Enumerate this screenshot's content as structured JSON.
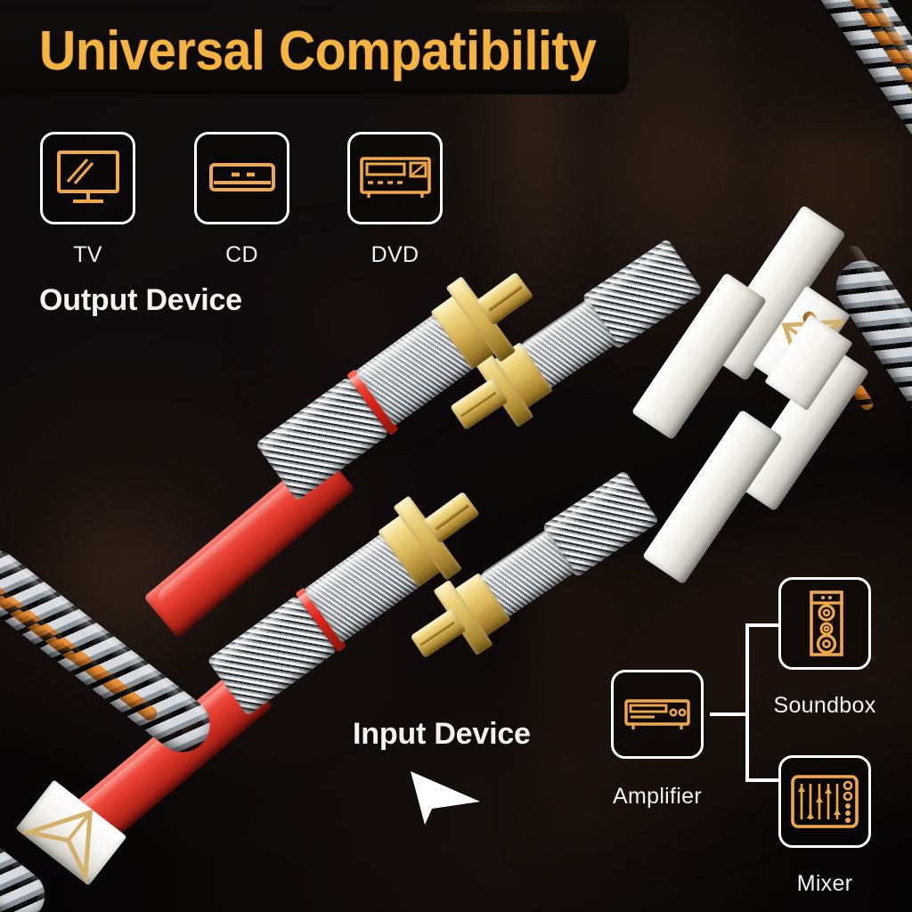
{
  "page": {
    "title": "Universal Compatibility",
    "accent_color": "#F5B342",
    "text_color": "#FFFFFF",
    "background_color": "#0A0707"
  },
  "output_section": {
    "label": "Output Device",
    "devices": [
      {
        "name": "TV",
        "icon": "tv-icon"
      },
      {
        "name": "CD",
        "icon": "cd-player-icon"
      },
      {
        "name": "DVD",
        "icon": "dvd-player-icon"
      }
    ]
  },
  "input_section": {
    "label": "Input Device",
    "arrow_icon": "arrow-pointer-icon",
    "devices": [
      {
        "name": "Amplifier",
        "icon": "amplifier-icon"
      },
      {
        "name": "Soundbox",
        "icon": "speaker-icon"
      },
      {
        "name": "Mixer",
        "icon": "mixer-icon"
      }
    ]
  },
  "product": {
    "type": "rca-audio-cable",
    "connectors": [
      {
        "id": "red-upper",
        "jacket": "red",
        "ring": "red",
        "tip": "gold",
        "barrel": "chrome"
      },
      {
        "id": "red-lower",
        "jacket": "red",
        "ring": "red",
        "tip": "gold",
        "barrel": "chrome"
      },
      {
        "id": "white-upper",
        "jacket": "white",
        "ring": "none",
        "tip": "gold",
        "barrel": "chrome"
      },
      {
        "id": "white-lower",
        "jacket": "white",
        "ring": "none",
        "tip": "gold",
        "barrel": "chrome"
      }
    ],
    "braid_colors": [
      "#D6DADE",
      "#F78A1E"
    ],
    "jacket_colors": {
      "red": "#E23A2D",
      "white": "#FFFFFF"
    },
    "label_mark": "gold-chevron-arrow"
  }
}
